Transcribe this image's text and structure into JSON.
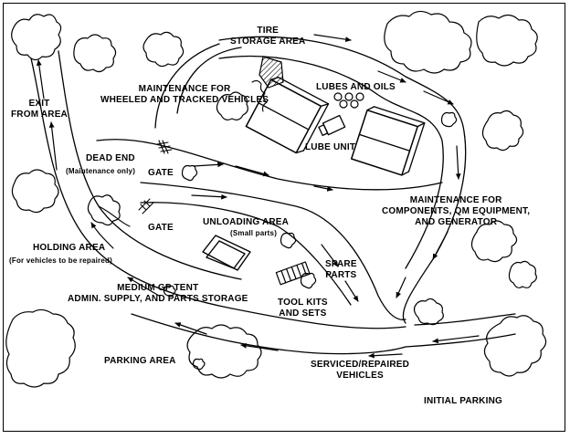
{
  "labels": {
    "tire_storage": [
      "TIRE",
      "STORAGE AREA"
    ],
    "lubes_oils": "LUBES AND OILS",
    "lube_unit": "LUBE UNIT",
    "exit": [
      "EXIT",
      "FROM AREA"
    ],
    "maint_wheeled": [
      "MAINTENANCE FOR",
      "WHEELED AND TRACKED VEHICLES"
    ],
    "dead_end": "DEAD END",
    "dead_end_note": "(Maintenance only)",
    "gate_1": "GATE",
    "gate_2": "GATE",
    "unloading": "UNLOADING AREA",
    "unloading_note": "(Small parts)",
    "maint_components": [
      "MAINTENANCE FOR",
      "COMPONENTS, QM EQUIPMENT,",
      "AND GENERATOR"
    ],
    "holding": "HOLDING AREA",
    "holding_note": "(For vehicles to be repaired)",
    "spare_parts": [
      "SPARE",
      "PARTS"
    ],
    "medium_tent": [
      "MEDIUM GP TENT",
      "ADMIN. SUPPLY, AND PARTS STORAGE"
    ],
    "tool_kits": [
      "TOOL KITS",
      "AND SETS"
    ],
    "parking": "PARKING AREA",
    "serviced": [
      "SERVICED/REPAIRED",
      "VEHICLES"
    ],
    "initial_parking": "INITIAL PARKING"
  }
}
